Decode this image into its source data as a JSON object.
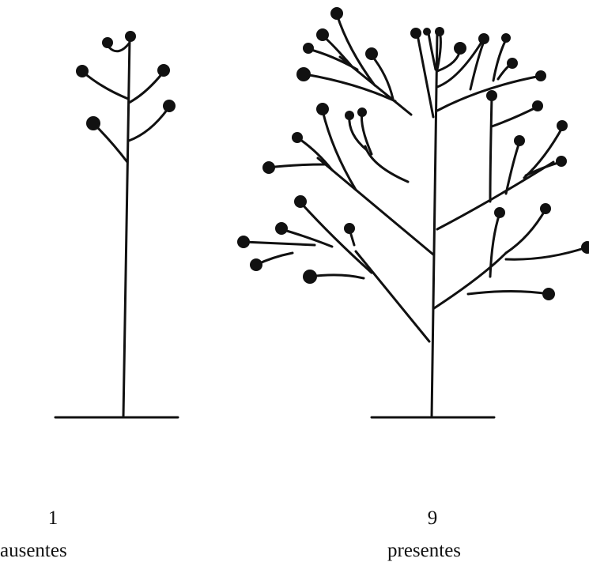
{
  "figure": {
    "left": {
      "number": "1",
      "caption": "ausentes"
    },
    "right": {
      "number": "9",
      "caption": "presentes"
    }
  },
  "colors": {
    "ink": "#111111",
    "background": "#ffffff"
  }
}
